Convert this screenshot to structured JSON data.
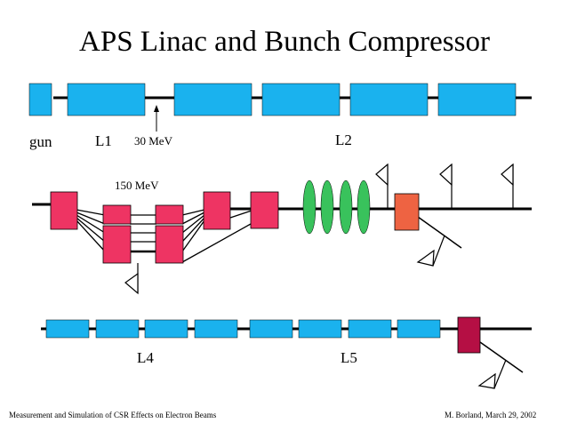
{
  "title": "APS Linac and Bunch Compressor",
  "labels": {
    "gun": "gun",
    "l1": "L1",
    "energy_30": "30 MeV",
    "l2": "L2",
    "energy_150": "150 MeV",
    "l4": "L4",
    "l5": "L5"
  },
  "footer": {
    "left": "Measurement and Simulation of CSR Effects on Electron Beams",
    "right": "M. Borland, March 29, 2002"
  },
  "colors": {
    "accelerating_structure": "#1ab2ee",
    "dipole_magnet": "#ee3463",
    "rf_cavity": "#39c25c",
    "orange_magnet": "#ee6342",
    "dark_magnet": "#b50f44",
    "beamline": "#000000"
  }
}
